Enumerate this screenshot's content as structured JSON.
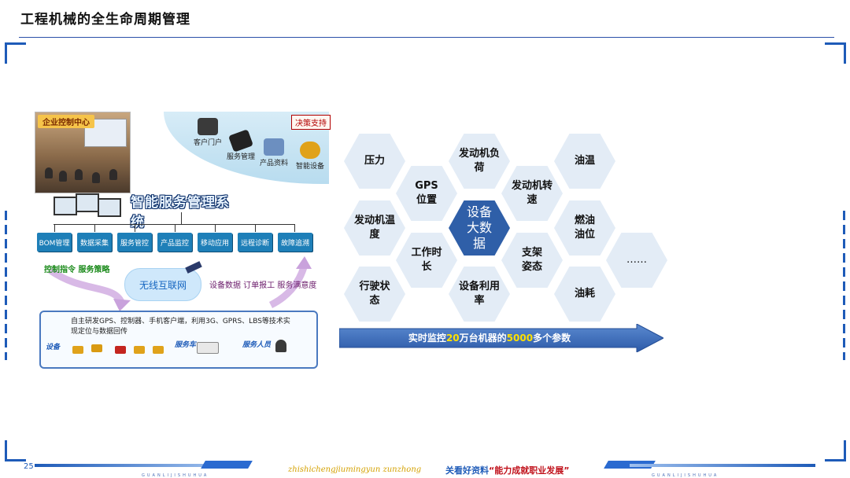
{
  "header": {
    "title": "工程机械的全生命周期管理"
  },
  "diagram": {
    "control_center_label": "企业控制中心",
    "decision_support": "决策支持",
    "arc_items": [
      "客户门户",
      "服务管理",
      "产品资料",
      "智能设备"
    ],
    "system_title": "智能服务管理系统",
    "modules": [
      "BOM管理",
      "数据采集",
      "服务管控",
      "产品监控",
      "移动应用",
      "远程诊断",
      "故障追溯"
    ],
    "control_text": "控制指令  服务策略",
    "network_label": "无线互联网",
    "data_text": "设备数据  订单报工  服务满意度",
    "bottom_desc": "自主研发GPS、控制器、手机客户端，利用3G、GPRS、LBS等技术实现定位与数据回传",
    "equip_labels": [
      "设备",
      "服务车",
      "服务人员"
    ]
  },
  "hex_panel": {
    "center": "设备大数据",
    "cells": [
      "压力",
      "发动机负荷",
      "油温",
      "GPS位置",
      "发动机转速",
      "发动机温度",
      "燃油油位",
      "工作时长",
      "支架姿态",
      "……",
      "行驶状态",
      "设备利用率",
      "油耗"
    ],
    "banner": {
      "prefix": "实时监控",
      "count1": "20",
      "mid": "万台机器的",
      "count2": "5000",
      "suffix": "多个参数"
    }
  },
  "footer": {
    "page_number": "25",
    "script_text": "zhishichengjiumingyun zunzhong",
    "slogan_prefix": "关看好资料",
    "slogan_quote": "“能力成就职业发展”",
    "tiny_left": "GUANLIJISHUHUA",
    "tiny_right": "GUANLIJISHUHUA"
  }
}
